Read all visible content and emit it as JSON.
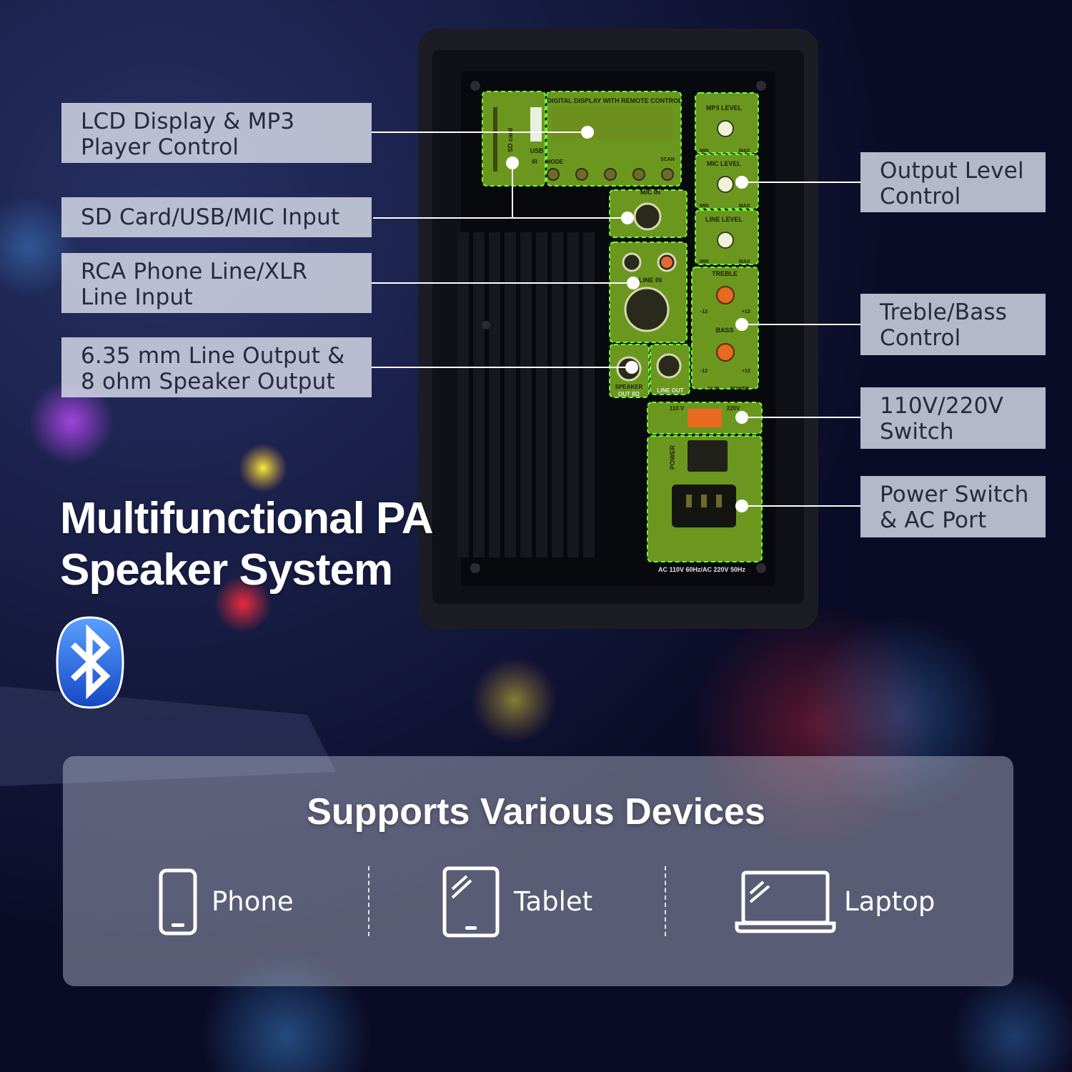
{
  "panel": {
    "display_title": "DIGITAL DISPLAY WITH REMOTE CONTROL",
    "sd_label": "SD card",
    "usb_label": "USB",
    "ir_label": "IR",
    "mode_label": "MODE",
    "scan_label": "SCAN",
    "mp3_level": "MP3 LEVEL",
    "mic_level": "MIC LEVEL",
    "line_level": "LINE LEVEL",
    "min": "MIN",
    "max": "MAX",
    "mic_in": "MIC IN",
    "line_in": "LINE IN",
    "treble": "TREBLE",
    "bass": "BASS",
    "minus12": "-12",
    "plus12": "+12",
    "clip": "CLIP",
    "power_led": "POWER",
    "speaker_out": "SPEAKER",
    "out_8ohm": "OUT 8Ω",
    "line_out": "LINE OUT",
    "v110": "110 V",
    "v220": "220V",
    "power": "POWER",
    "ac_rating": "AC 110V 60Hz/AC 220V 50Hz"
  },
  "callouts": {
    "lcd": {
      "line1": "LCD Display & MP3",
      "line2": "Player Control"
    },
    "sd": {
      "line1": "SD Card/USB/MIC Input"
    },
    "rca": {
      "line1": "RCA Phone Line/XLR",
      "line2": "Line Input"
    },
    "out": {
      "line1": "6.35 mm Line Output &",
      "line2": "8 ohm Speaker Output"
    },
    "level": {
      "line1": "Output Level",
      "line2": "Control"
    },
    "tone": {
      "line1": "Treble/Bass",
      "line2": "Control"
    },
    "volt": {
      "line1": "110V/220V",
      "line2": "Switch"
    },
    "power": {
      "line1": "Power Switch",
      "line2": "& AC Port"
    }
  },
  "headline": {
    "line1": "Multifunctional PA",
    "line2": "Speaker System"
  },
  "bluetooth_icon": "bluetooth-icon",
  "devices": {
    "title": "Supports Various Devices",
    "items": [
      {
        "icon": "phone-icon",
        "label": "Phone"
      },
      {
        "icon": "tablet-icon",
        "label": "Tablet"
      },
      {
        "icon": "laptop-icon",
        "label": "Laptop"
      }
    ]
  },
  "colors": {
    "highlight_green": "#9bdb2a",
    "accent_orange": "#e86a1e",
    "bluetooth_blue": "#1c6cf0"
  }
}
